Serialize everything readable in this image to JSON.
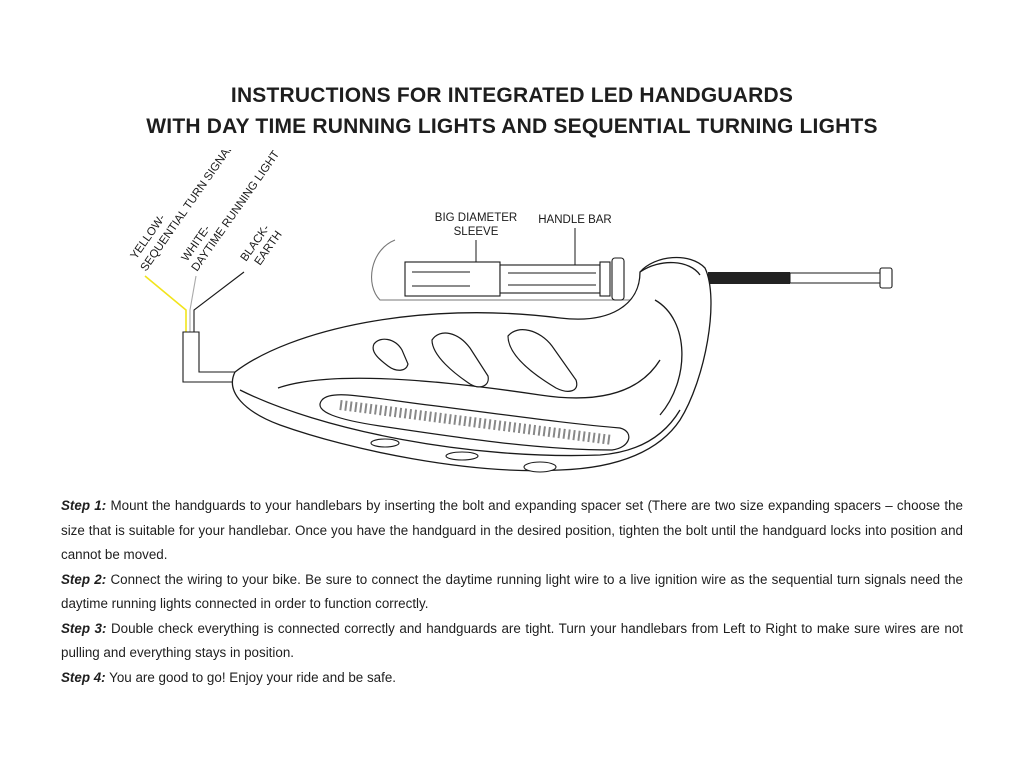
{
  "title": {
    "line1": "INSTRUCTIONS FOR INTEGRATED LED HANDGUARDS",
    "line2": "WITH DAY TIME RUNNING LIGHTS AND SEQUENTIAL TURNING LIGHTS"
  },
  "diagram": {
    "wire_yellow_label_1": "YELLOW-",
    "wire_yellow_label_2": "SEQUENTIAL TURN SIGNAL",
    "wire_white_label_1": "WHITE-",
    "wire_white_label_2": "DAYTIME RUNNING LIGHT",
    "wire_black_label_1": "BLACK-",
    "wire_black_label_2": "EARTH",
    "sleeve_label_1": "BIG DIAMETER",
    "sleeve_label_2": "SLEEVE",
    "handlebar_label": "HANDLE BAR",
    "colors": {
      "yellow_wire": "#f2e41c",
      "line": "#1a1a1a"
    }
  },
  "steps": [
    {
      "label": "Step 1:",
      "text": "Mount the handguards to your handlebars by inserting the bolt and expanding spacer set (There are two size expanding spacers – choose the size that is suitable for your handlebar. Once you have the handguard in the desired position, tighten the bolt until the handguard locks into position and cannot be moved."
    },
    {
      "label": "Step 2:",
      "text": "Connect the wiring to your bike. Be sure to connect the daytime running light wire to a live ignition wire as the sequential turn signals need the daytime running lights connected in order to function correctly."
    },
    {
      "label": "Step 3:",
      "text": "Double check everything is connected correctly and handguards are tight. Turn your handlebars from Left to Right to make sure wires are not pulling and everything stays in position."
    },
    {
      "label": "Step 4:",
      "text": "You are good to go! Enjoy your ride and be safe."
    }
  ]
}
